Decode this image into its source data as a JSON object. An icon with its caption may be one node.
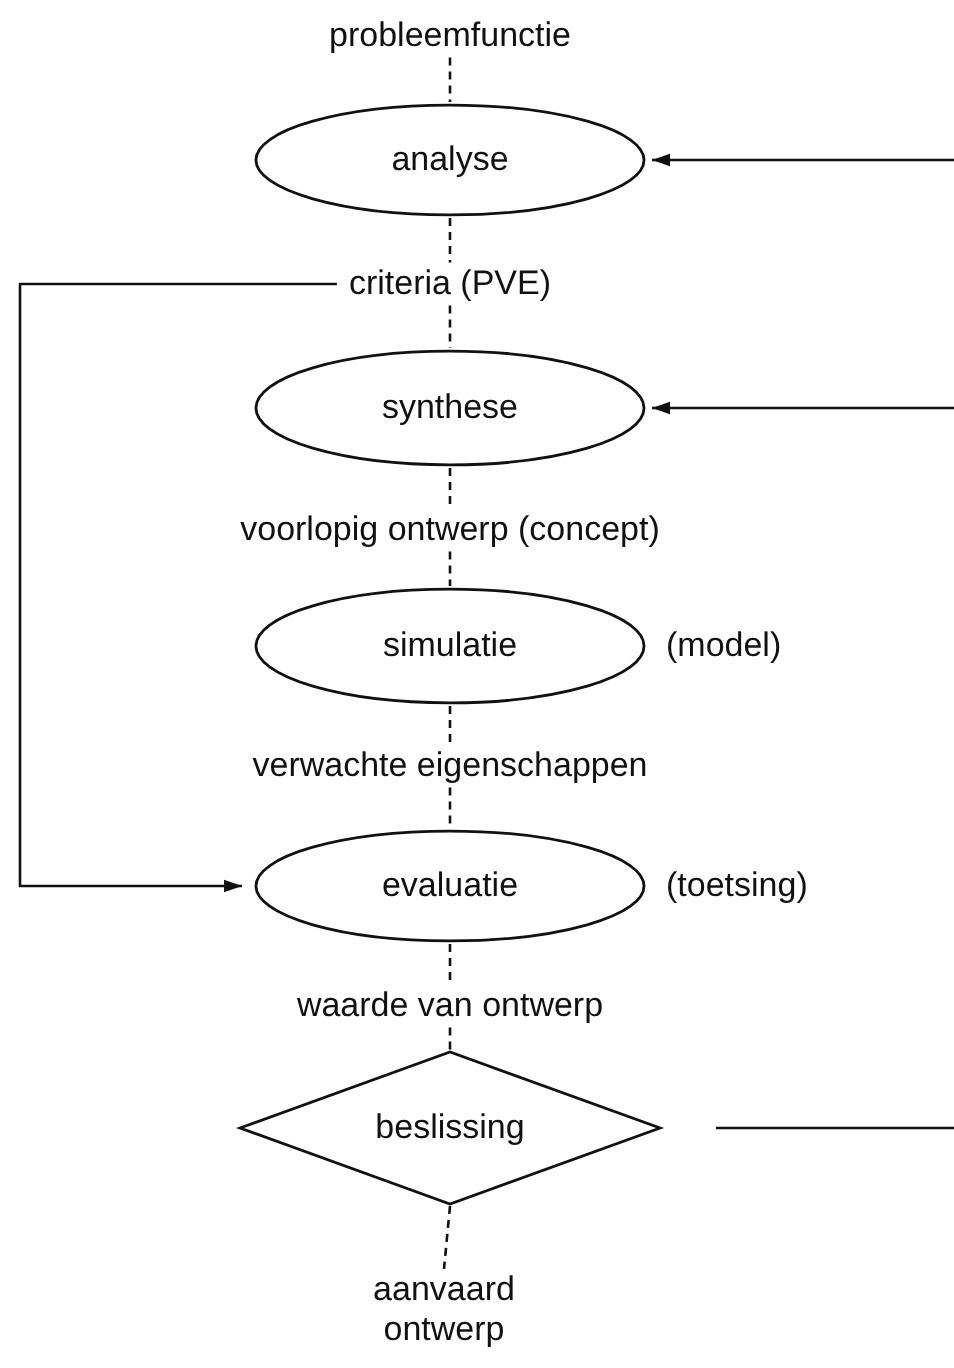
{
  "diagram": {
    "nodes": [
      {
        "text": [
          "probleemfunctie"
        ]
      },
      {
        "text": [
          "analyse"
        ]
      },
      {
        "text": [
          "criteria (PVE)"
        ]
      },
      {
        "text": [
          "synthese"
        ]
      },
      {
        "text": [
          "voorlopig ontwerp (concept)"
        ]
      },
      {
        "text": [
          "simulatie"
        ],
        "beside": [
          "(model)"
        ]
      },
      {
        "text": [
          "verwachte eigenschappen"
        ]
      },
      {
        "text": [
          "evaluatie"
        ],
        "beside": [
          "(toetsing)"
        ]
      },
      {
        "text": [
          "waarde van ontwerp"
        ]
      },
      {
        "text": [
          "beslissing"
        ]
      },
      {
        "text": [
          "aanvaard ontwerp"
        ]
      }
    ],
    "edges": [
      {
        "from": 0,
        "to": 1,
        "arrow": "none",
        "style": "dashed"
      },
      {
        "from": 1,
        "to": 2,
        "arrow": "none",
        "style": "dashed"
      },
      {
        "from": 2,
        "to": 3,
        "arrow": "none",
        "style": "dashed"
      },
      {
        "from": 3,
        "to": 4,
        "arrow": "none",
        "style": "dashed"
      },
      {
        "from": 4,
        "to": 5,
        "arrow": "none",
        "style": "dashed"
      },
      {
        "from": 5,
        "to": 6,
        "arrow": "none",
        "style": "dashed"
      },
      {
        "from": 6,
        "to": 7,
        "arrow": "none",
        "style": "dashed"
      },
      {
        "from": 7,
        "to": 8,
        "arrow": "none",
        "style": "dashed"
      },
      {
        "from": 8,
        "to": 9,
        "arrow": "none",
        "style": "dashed"
      },
      {
        "from": 9,
        "to": 10,
        "arrow": "none",
        "style": "dashed"
      },
      {
        "from": null,
        "to": 1,
        "arrow": "to"
      },
      {
        "from": null,
        "to": 3,
        "arrow": "to"
      },
      {
        "from": 9,
        "to": null,
        "arrow": "none"
      },
      {
        "from": 2,
        "to": 7,
        "arrow": "to"
      }
    ]
  }
}
